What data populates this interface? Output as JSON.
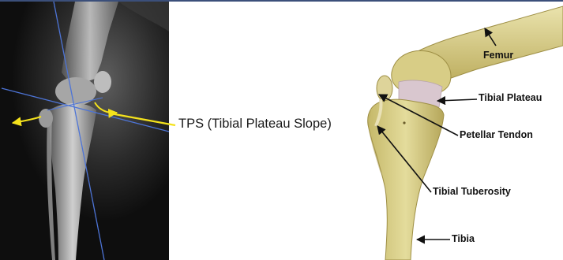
{
  "xray": {
    "annotation_caption": "TPS (Tibial Plateau Slope)"
  },
  "anatomy": {
    "labels": {
      "femur": "Femur",
      "tibial_plateau": "Tibial Plateau",
      "petellar_tendon": "Petellar Tendon",
      "tibial_tuberosity": "Tibial Tuberosity",
      "tibia": "Tibia"
    }
  },
  "colors": {
    "rule": "#3b4f7a",
    "annotation_yellow": "#f4e21c",
    "guide_line_blue": "#4d74d6",
    "bone": "#d9cf86",
    "bone_shadow": "#a9994e",
    "cartilage": "#d9c7cf"
  }
}
